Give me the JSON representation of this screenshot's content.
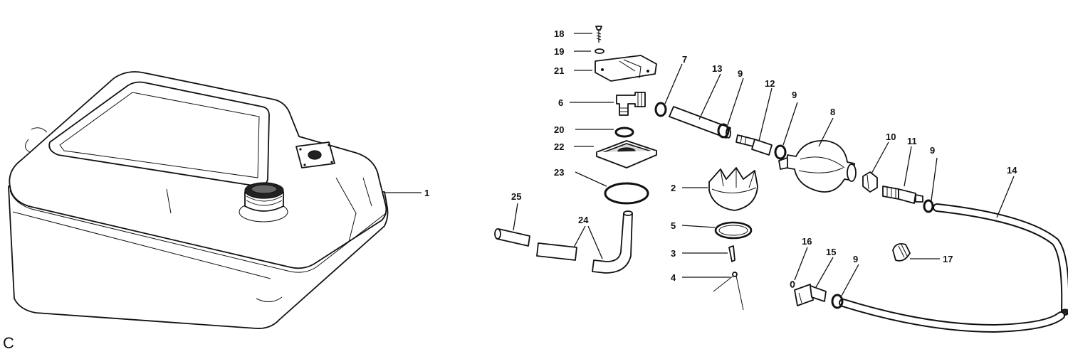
{
  "figure_letter": "C",
  "callouts": {
    "tank": "1",
    "c2": "2",
    "c3": "3",
    "c4": "4",
    "c5": "5",
    "c6": "6",
    "c7": "7",
    "c8": "8",
    "c9a": "9",
    "c9b": "9",
    "c9c": "9",
    "c9d": "9",
    "c10": "10",
    "c11": "11",
    "c12": "12",
    "c13": "13",
    "c14": "14",
    "c15": "15",
    "c16": "16",
    "c17": "17",
    "c18": "18",
    "c19": "19",
    "c20": "20",
    "c21": "21",
    "c22": "22",
    "c23": "23",
    "c24": "24",
    "c25": "25"
  },
  "colors": {
    "ink": "#111111",
    "paper": "#ffffff"
  }
}
